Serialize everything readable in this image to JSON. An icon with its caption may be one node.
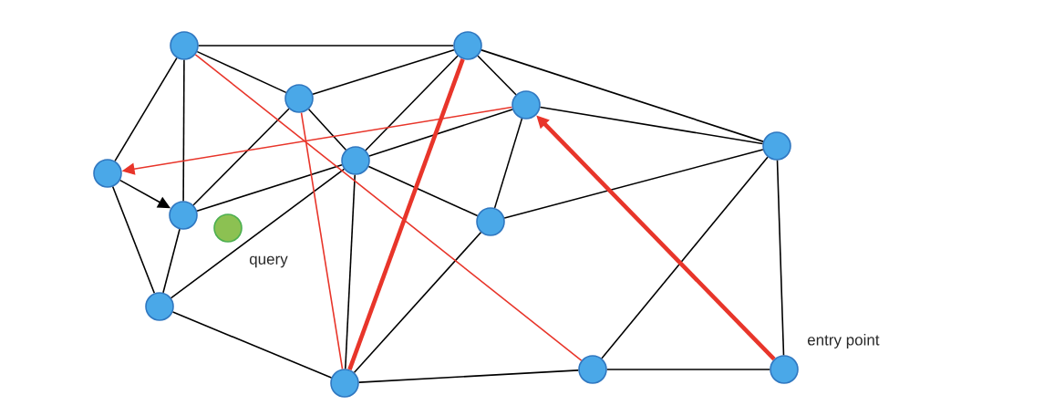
{
  "diagram": {
    "nodes": [
      {
        "text": [],
        "shape": "circle"
      },
      {
        "text": [],
        "shape": "circle"
      },
      {
        "text": [],
        "shape": "circle"
      },
      {
        "text": [],
        "shape": "circle"
      },
      {
        "text": [],
        "shape": "circle"
      },
      {
        "text": [],
        "shape": "circle"
      },
      {
        "text": [],
        "shape": "circle"
      },
      {
        "text": [],
        "shape": "circle"
      },
      {
        "text": [],
        "shape": "circle"
      },
      {
        "text": [],
        "shape": "circle",
        "beside": [
          "query"
        ]
      },
      {
        "text": [],
        "shape": "circle"
      },
      {
        "text": [],
        "shape": "circle"
      },
      {
        "text": [],
        "shape": "circle"
      },
      {
        "text": [],
        "shape": "circle",
        "beside": [
          "entry point"
        ]
      }
    ],
    "edges": [
      {
        "from": 0,
        "to": 1,
        "arrow": "none"
      },
      {
        "from": 0,
        "to": 2,
        "arrow": "none"
      },
      {
        "from": 0,
        "to": 6,
        "arrow": "none"
      },
      {
        "from": 0,
        "to": 7,
        "arrow": "none"
      },
      {
        "from": 2,
        "to": 1,
        "arrow": "none"
      },
      {
        "from": 2,
        "to": 5,
        "arrow": "none"
      },
      {
        "from": 2,
        "to": 7,
        "arrow": "none"
      },
      {
        "from": 6,
        "to": 7,
        "arrow": "to"
      },
      {
        "from": 6,
        "to": 10,
        "arrow": "none"
      },
      {
        "from": 7,
        "to": 10,
        "arrow": "none"
      },
      {
        "from": 7,
        "to": 5,
        "arrow": "none"
      },
      {
        "from": 10,
        "to": 5,
        "arrow": "none"
      },
      {
        "from": 10,
        "to": 11,
        "arrow": "none"
      },
      {
        "from": 1,
        "to": 5,
        "arrow": "none"
      },
      {
        "from": 1,
        "to": 3,
        "arrow": "none"
      },
      {
        "from": 1,
        "to": 4,
        "arrow": "none"
      },
      {
        "from": 5,
        "to": 3,
        "arrow": "none"
      },
      {
        "from": 3,
        "to": 4,
        "arrow": "none"
      },
      {
        "from": 3,
        "to": 8,
        "arrow": "none"
      },
      {
        "from": 5,
        "to": 8,
        "arrow": "none"
      },
      {
        "from": 5,
        "to": 11,
        "arrow": "none"
      },
      {
        "from": 8,
        "to": 4,
        "arrow": "none"
      },
      {
        "from": 8,
        "to": 11,
        "arrow": "none"
      },
      {
        "from": 11,
        "to": 12,
        "arrow": "none"
      },
      {
        "from": 12,
        "to": 13,
        "arrow": "none"
      },
      {
        "from": 12,
        "to": 4,
        "arrow": "none"
      },
      {
        "from": 13,
        "to": 4,
        "arrow": "none"
      },
      {
        "from": 0,
        "to": 12,
        "arrow": "none",
        "color": "#e8352a"
      },
      {
        "from": 2,
        "to": 11,
        "arrow": "none",
        "color": "#e8352a"
      },
      {
        "from": 11,
        "to": 1,
        "arrow": "none",
        "style": "thick",
        "color": "#e8352a"
      },
      {
        "from": 3,
        "to": 6,
        "arrow": "to",
        "color": "#e8352a"
      },
      {
        "from": 13,
        "to": 3,
        "arrow": "to",
        "style": "thick",
        "color": "#e8352a"
      }
    ]
  }
}
